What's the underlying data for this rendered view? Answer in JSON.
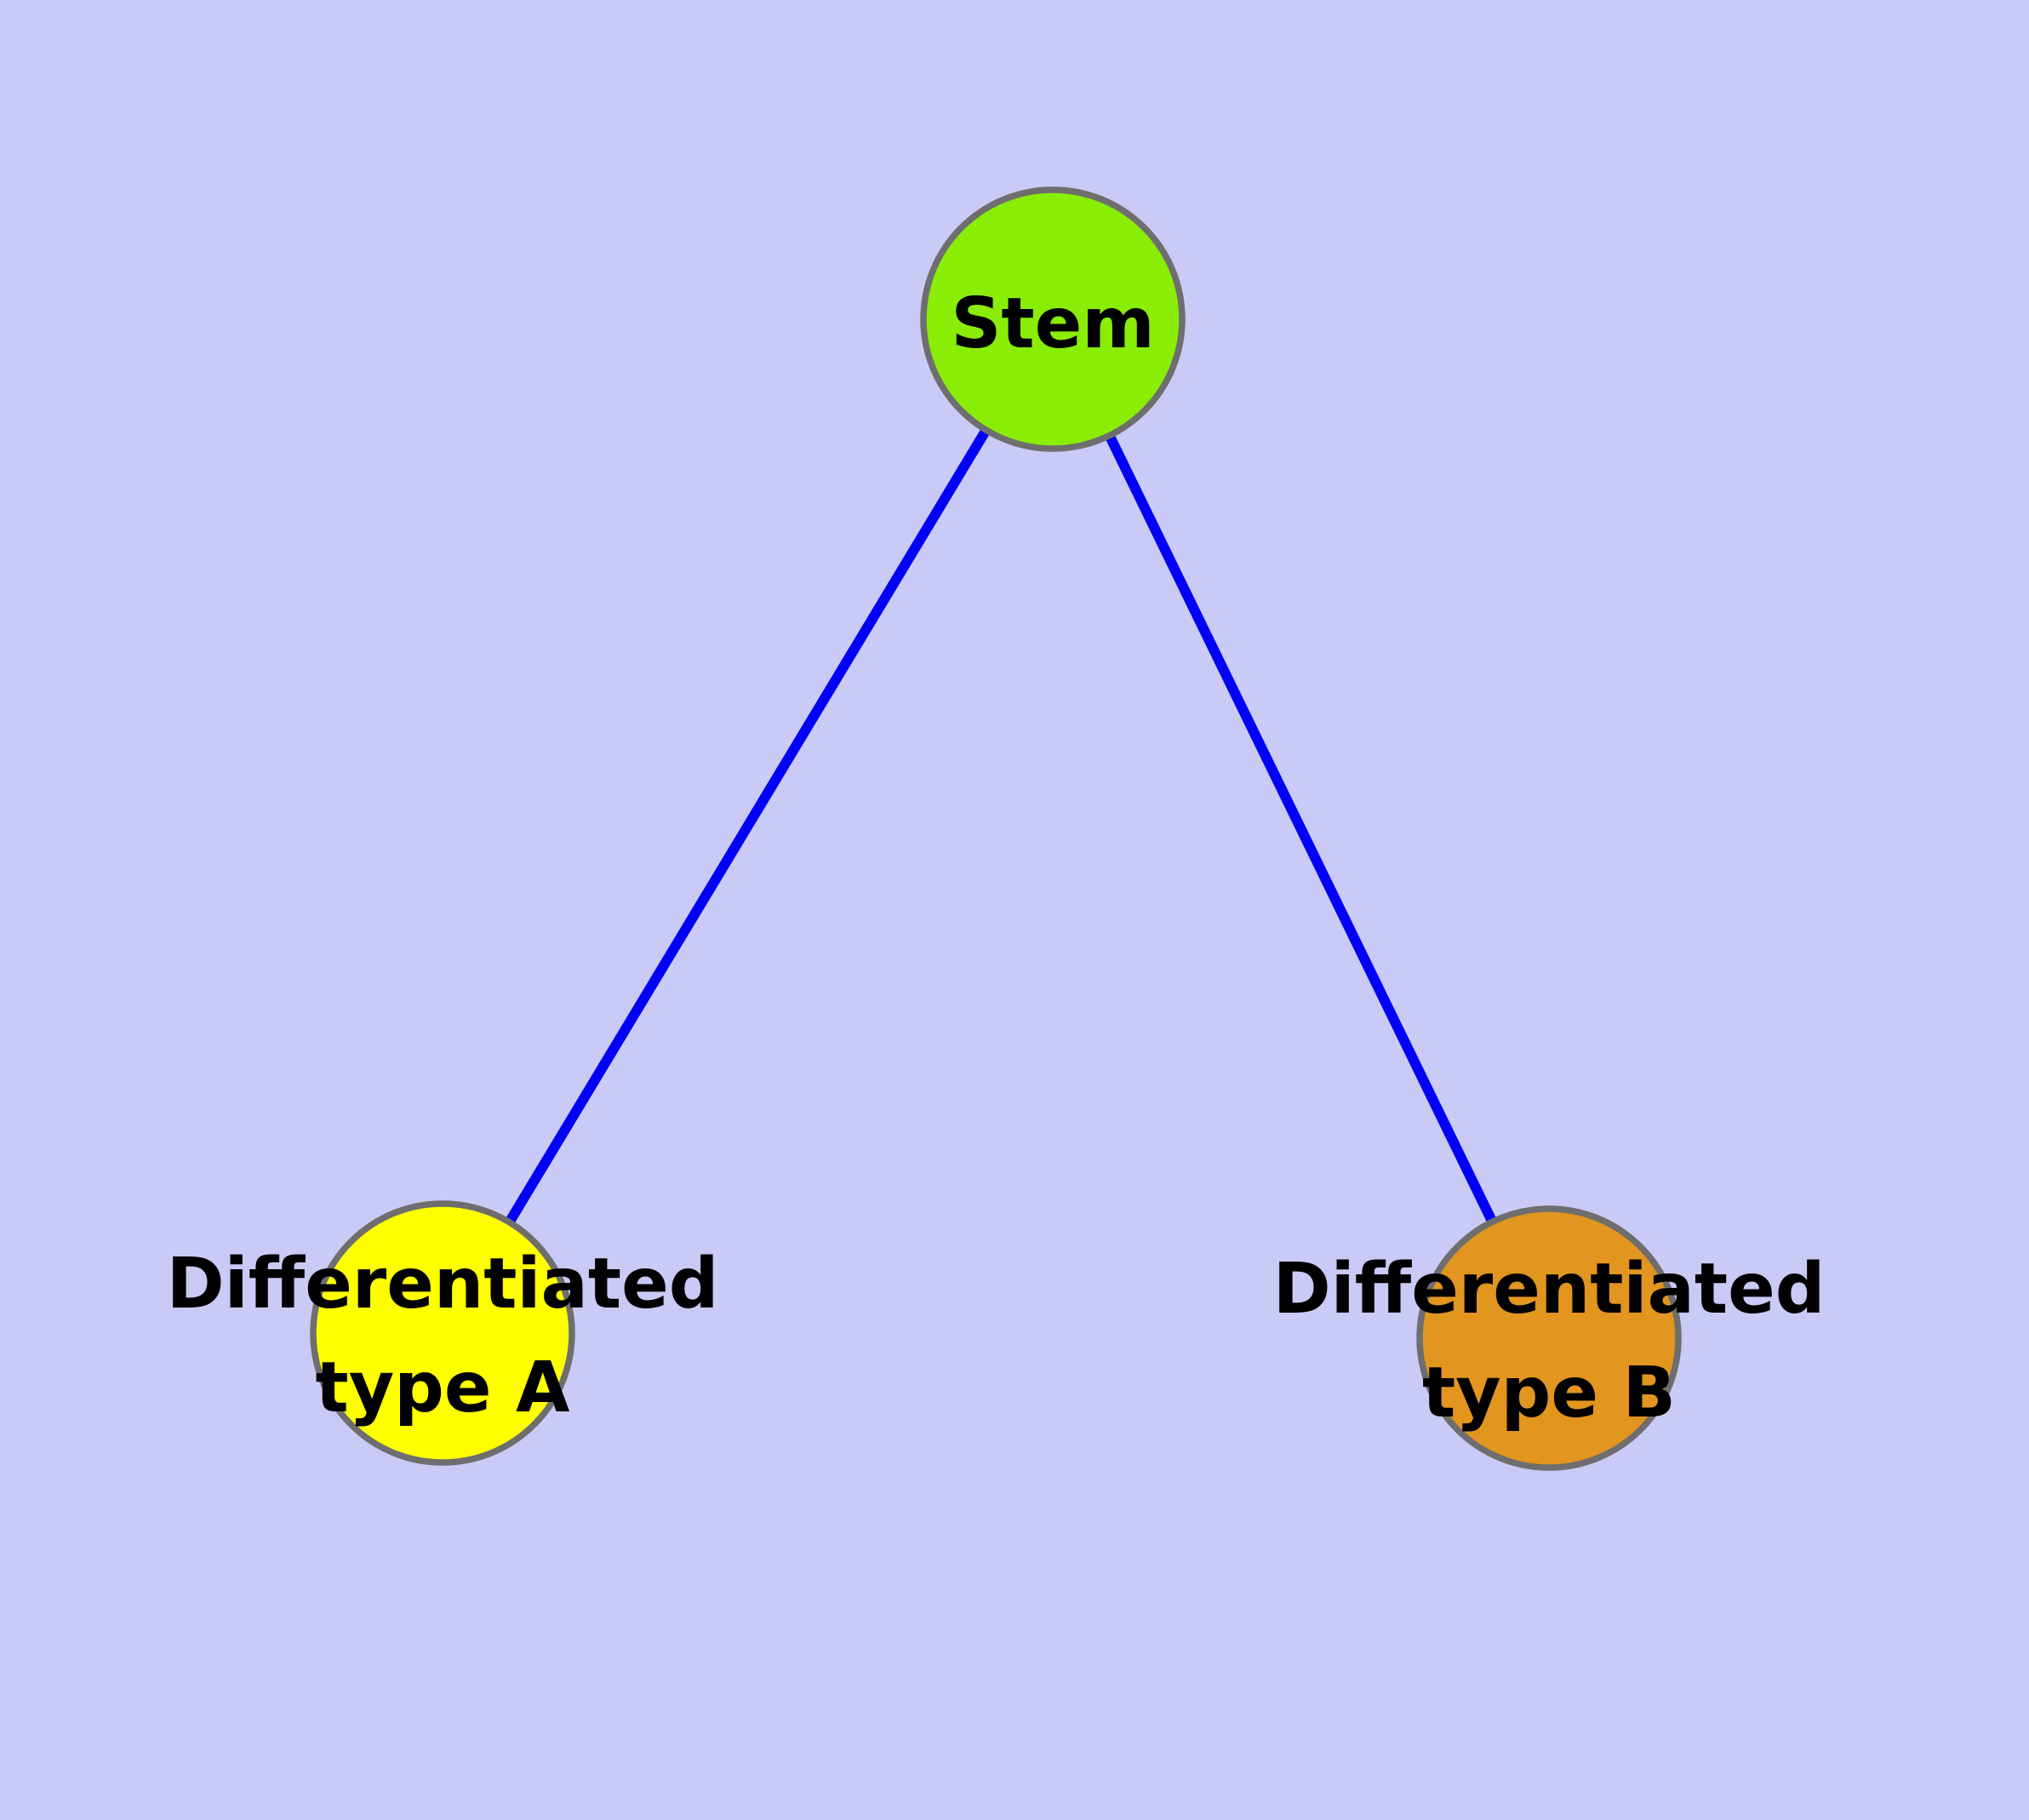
{
  "diagram": {
    "background_color": "#cacaf6",
    "edge_color": "#0000f8",
    "node_border_color": "#6e6e6e",
    "label_color": "#000000",
    "nodes": {
      "stem": {
        "label": "Stem",
        "fill": "#8aed06"
      },
      "type_a": {
        "label_line1": "Differentiated",
        "label_line2": "type A",
        "fill": "#ffff00"
      },
      "type_b": {
        "label_line1": "Differentiated",
        "label_line2": "type B",
        "fill": "#e2951f"
      }
    },
    "edges": [
      {
        "from": "stem",
        "to": "type_a"
      },
      {
        "from": "stem",
        "to": "type_b"
      }
    ]
  }
}
